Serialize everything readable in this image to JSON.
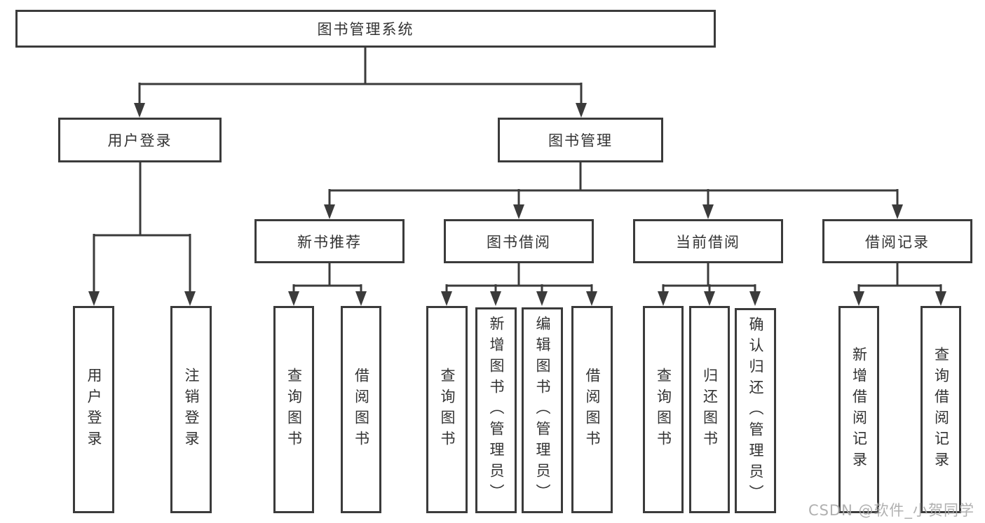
{
  "tree": {
    "root": {
      "label": "图书管理系统"
    },
    "branches": [
      {
        "label": "用户登录",
        "leaves": [
          {
            "label": "用户登录"
          },
          {
            "label": "注销登录"
          }
        ]
      },
      {
        "label": "图书管理",
        "groups": [
          {
            "label": "新书推荐",
            "leaves": [
              {
                "label": "查询图书"
              },
              {
                "label": "借阅图书"
              }
            ]
          },
          {
            "label": "图书借阅",
            "leaves": [
              {
                "label": "查询图书"
              },
              {
                "label": "新增图书（管理员）"
              },
              {
                "label": "编辑图书（管理员）"
              },
              {
                "label": "借阅图书"
              }
            ]
          },
          {
            "label": "当前借阅",
            "leaves": [
              {
                "label": "查询图书"
              },
              {
                "label": "归还图书"
              },
              {
                "label": "确认归还（管理员）"
              }
            ]
          },
          {
            "label": "借阅记录",
            "leaves": [
              {
                "label": "新增借阅记录"
              },
              {
                "label": "查询借阅记录"
              }
            ]
          }
        ]
      }
    ]
  },
  "watermark": {
    "text": "CSDN @软件_小贺同学"
  },
  "colors": {
    "line": "#3b3b3b",
    "box_border": "#3b3b3b",
    "text": "#333333",
    "watermark": "#a8a8a8",
    "background": "#ffffff"
  }
}
